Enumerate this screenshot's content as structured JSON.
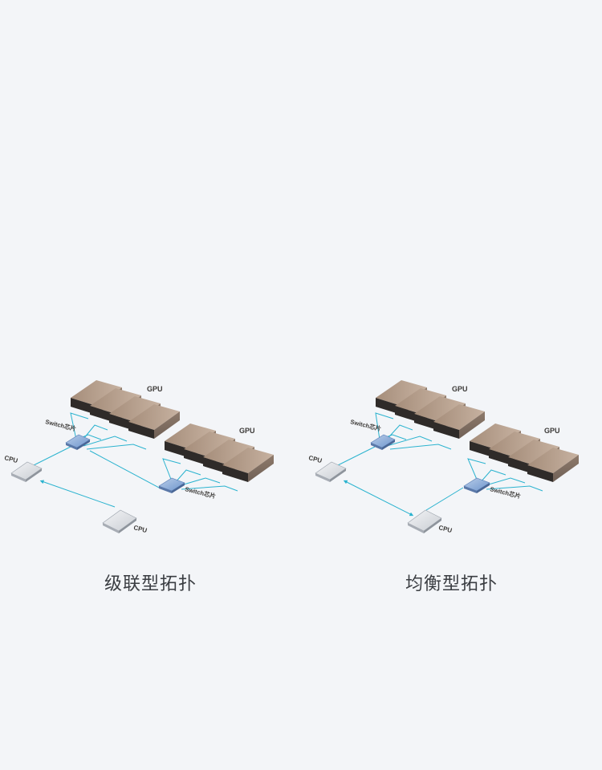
{
  "diagrams": [
    {
      "id": "cascade",
      "caption": "级联型拓扑",
      "labels": {
        "gpu_top": "GPU",
        "gpu_bottom": "GPU",
        "cpu_left": "CPU",
        "cpu_bottom": "CPU",
        "switch_top": "Switch芯片",
        "switch_bottom": "Switch芯片"
      }
    },
    {
      "id": "balanced",
      "caption": "均衡型拓扑",
      "labels": {
        "gpu_top": "GPU",
        "gpu_bottom": "GPU",
        "cpu_left": "CPU",
        "cpu_bottom": "CPU",
        "switch_top": "Switch芯片",
        "switch_bottom": "Switch芯片"
      }
    }
  ],
  "colors": {
    "background": "#f3f5f8",
    "link": "#2bb3cf",
    "gpu_body": "#a38b78",
    "gpu_top": "#bba594",
    "gpu_dark": "#2e2b2a",
    "switch": "#7da3d6",
    "cpu": "#dfe2e6"
  }
}
